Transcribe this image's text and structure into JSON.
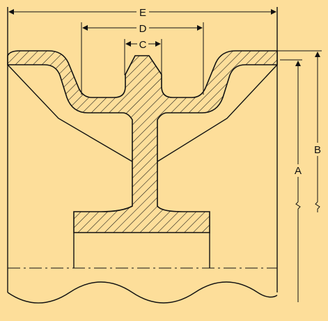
{
  "colors": {
    "background": "#fdde9a",
    "line": "#111111"
  },
  "dimensions": {
    "a": "A",
    "b": "B",
    "c": "C",
    "d": "D",
    "e": "E"
  }
}
